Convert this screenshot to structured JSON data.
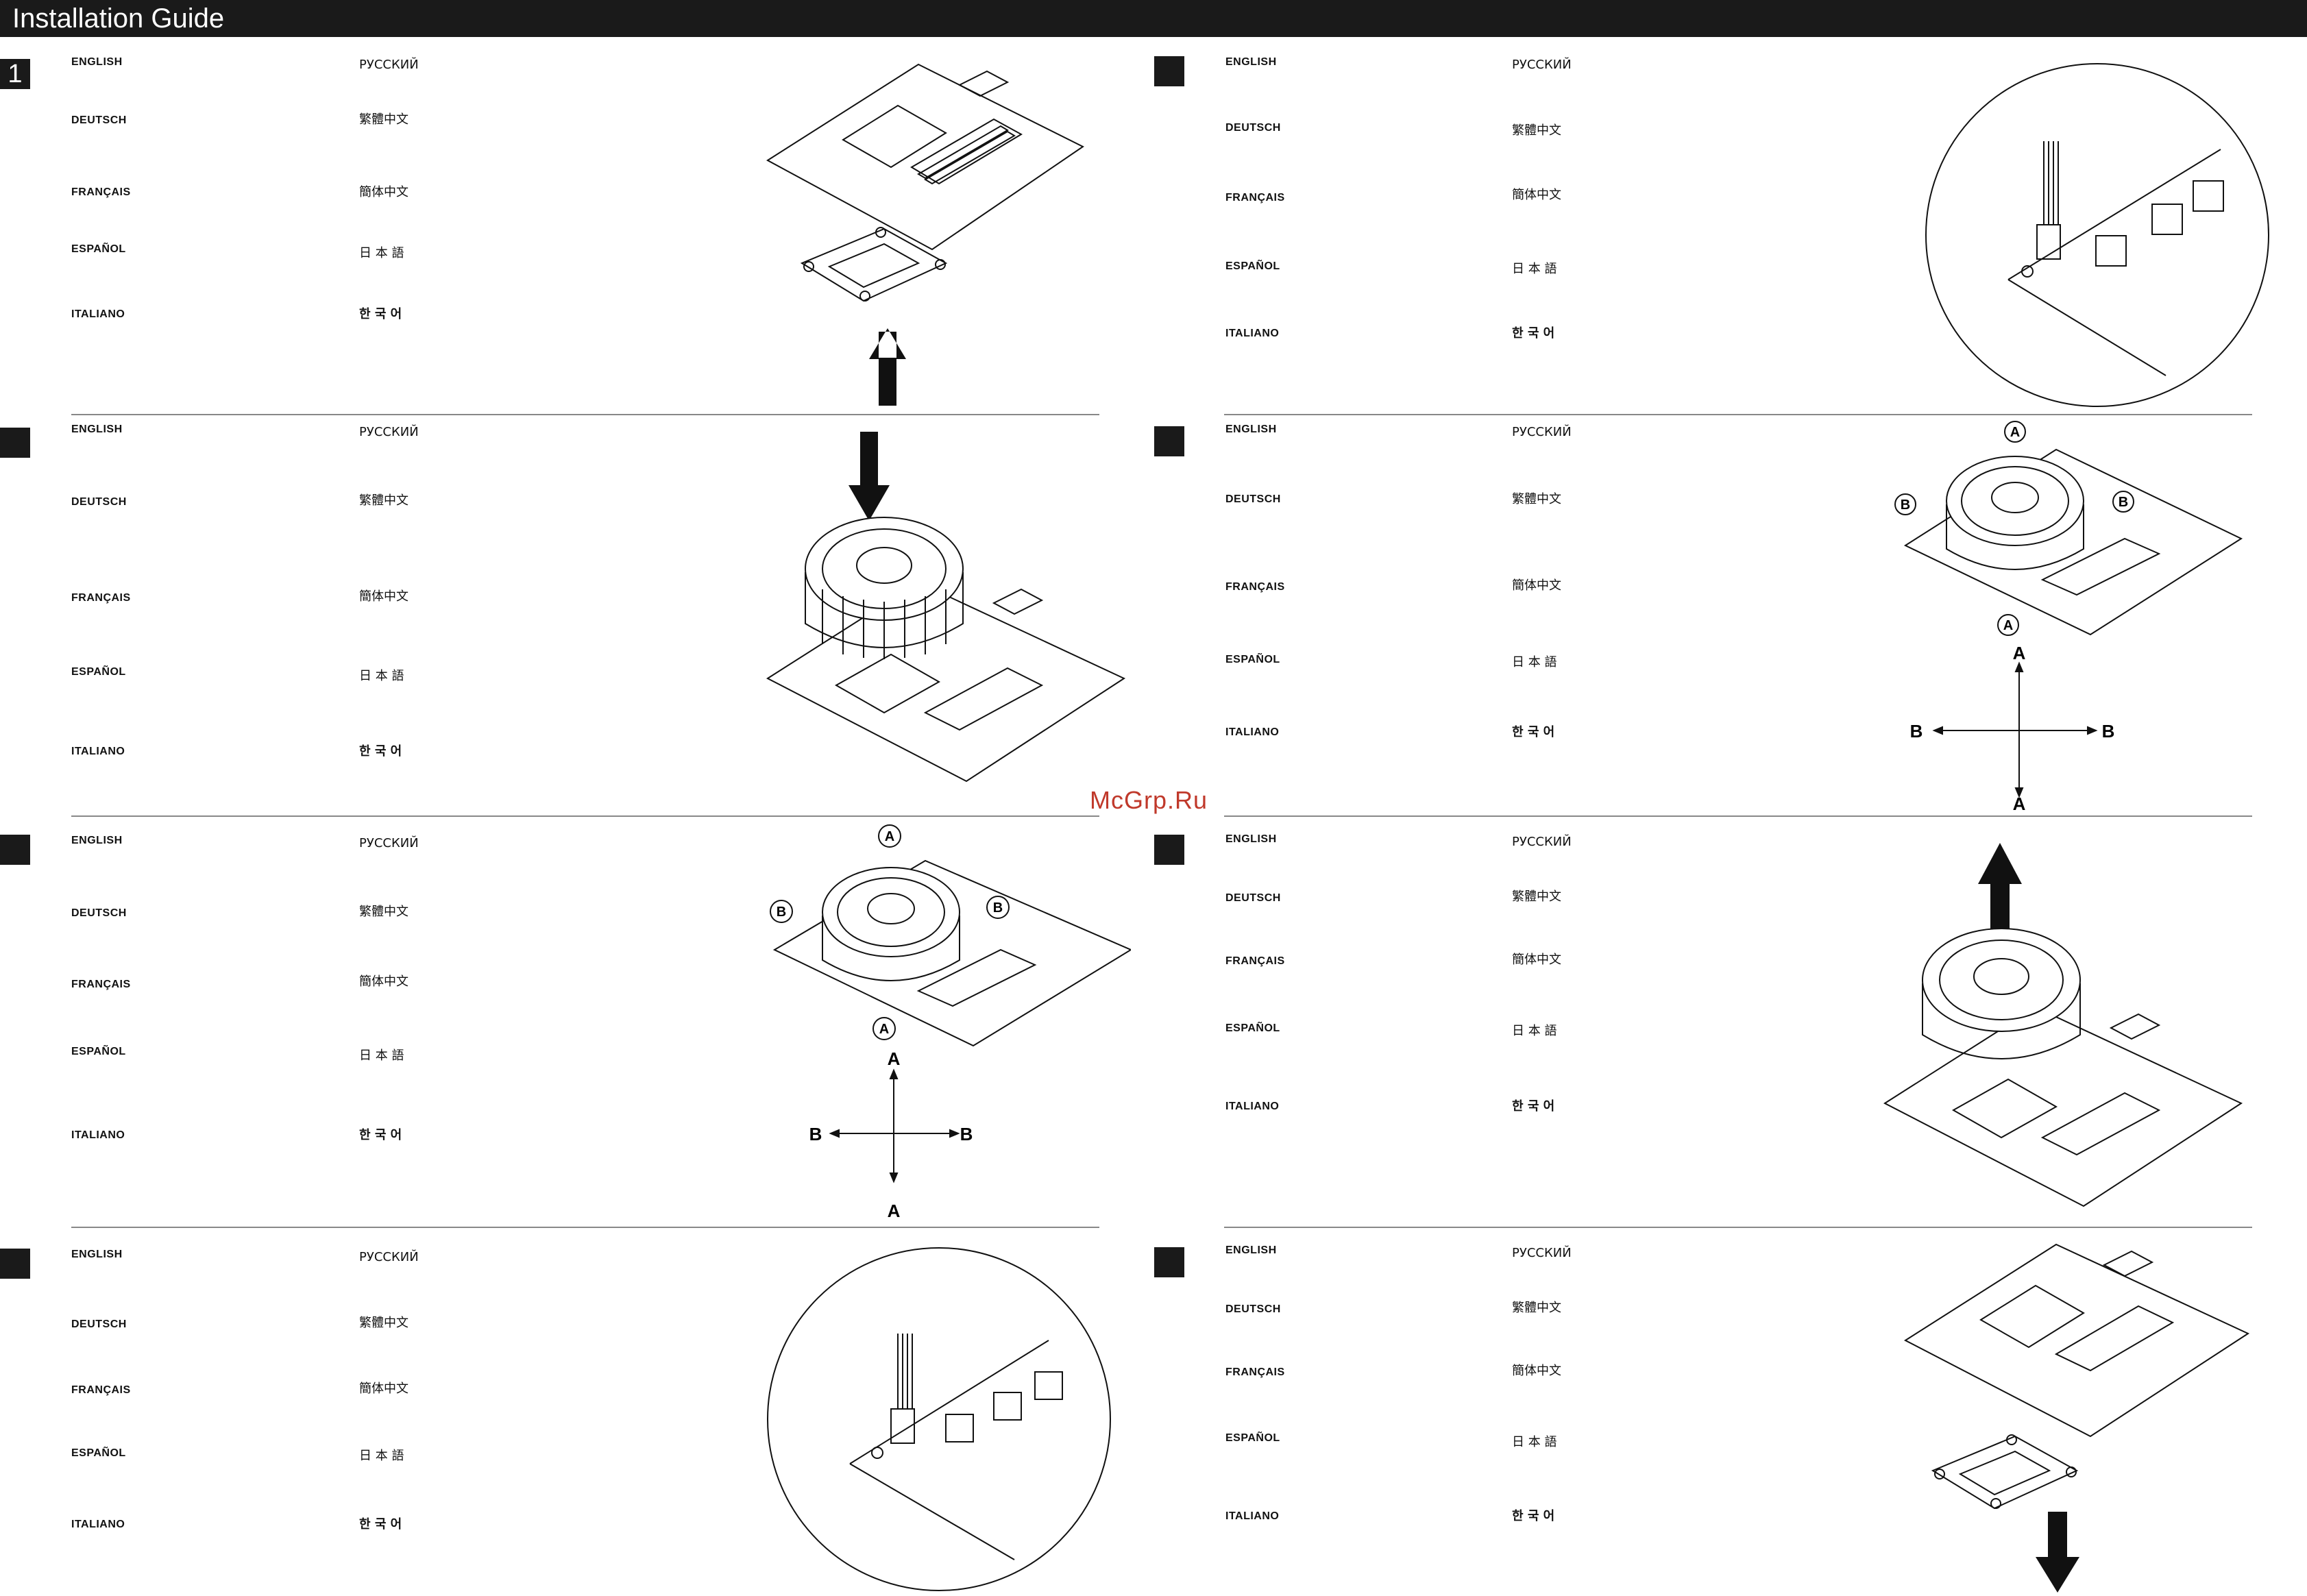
{
  "header": {
    "title": "Installation Guide"
  },
  "steps": [
    {
      "number": "1",
      "langs": [
        "ENGLISH",
        "DEUTSCH",
        "FRANÇAIS",
        "ESPAÑOL",
        "ITALIANO"
      ],
      "langs2": [
        "РУССКИЙ",
        "繁體中文",
        "簡体中文",
        "日 本 語",
        "한 국 어"
      ]
    },
    {
      "number": "",
      "langs": [
        "ENGLISH",
        "DEUTSCH",
        "FRANÇAIS",
        "ESPAÑOL",
        "ITALIANO"
      ],
      "langs2": [
        "РУССКИЙ",
        "繁體中文",
        "簡体中文",
        "日 本 語",
        "한 국 어"
      ]
    },
    {
      "number": "",
      "langs": [
        "ENGLISH",
        "DEUTSCH",
        "FRANÇAIS",
        "ESPAÑOL",
        "ITALIANO"
      ],
      "langs2": [
        "РУССКИЙ",
        "繁體中文",
        "簡体中文",
        "日 本 語",
        "한 국 어"
      ]
    },
    {
      "number": "",
      "langs": [
        "ENGLISH",
        "DEUTSCH",
        "FRANÇAIS",
        "ESPAÑOL",
        "ITALIANO"
      ],
      "langs2": [
        "РУССКИЙ",
        "繁體中文",
        "簡体中文",
        "日 本 語",
        "한 국 어"
      ]
    },
    {
      "number": "",
      "langs": [
        "ENGLISH",
        "DEUTSCH",
        "FRANÇAIS",
        "ESPAÑOL",
        "ITALIANO"
      ],
      "langs2": [
        "РУССКИЙ",
        "繁體中文",
        "簡体中文",
        "日 本 語",
        "한 국 어"
      ]
    },
    {
      "number": "",
      "langs": [
        "ENGLISH",
        "DEUTSCH",
        "FRANÇAIS",
        "ESPAÑOL",
        "ITALIANO"
      ],
      "langs2": [
        "РУССКИЙ",
        "繁體中文",
        "簡体中文",
        "日 本 語",
        "한 국 어"
      ]
    },
    {
      "number": "",
      "langs": [
        "ENGLISH",
        "DEUTSCH",
        "FRANÇAIS",
        "ESPAÑOL",
        "ITALIANO"
      ],
      "langs2": [
        "РУССКИЙ",
        "繁體中文",
        "簡体中文",
        "日 本 語",
        "한 국 어"
      ]
    },
    {
      "number": "",
      "langs": [
        "ENGLISH",
        "DEUTSCH",
        "FRANÇAIS",
        "ESPAÑOL",
        "ITALIANO"
      ],
      "langs2": [
        "РУССКИЙ",
        "繁體中文",
        "簡体中文",
        "日 本 語",
        "한 국 어"
      ]
    }
  ],
  "figure_labels": {
    "a": "A",
    "b": "B"
  },
  "watermark": "McGrp.Ru"
}
